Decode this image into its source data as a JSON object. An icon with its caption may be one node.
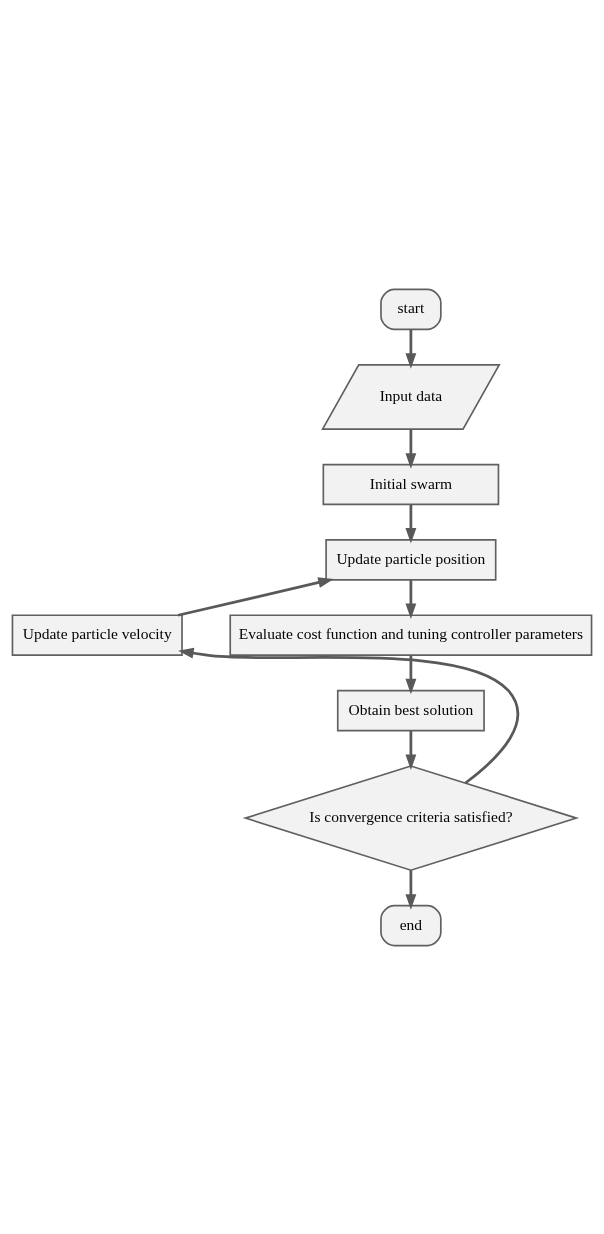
{
  "diagram": {
    "nodes": [
      {
        "text": [
          "start"
        ]
      },
      {
        "text": [
          "Input data"
        ]
      },
      {
        "text": [
          "Initial swarm"
        ]
      },
      {
        "text": [
          "Update particle position"
        ]
      },
      {
        "text": [
          "Evaluate cost function and tuning controller parameters"
        ]
      },
      {
        "text": [
          "Obtain best solution"
        ]
      },
      {
        "text": [
          "Is convergence criteria satisfied?"
        ]
      },
      {
        "text": [
          "end"
        ]
      },
      {
        "text": [
          "Update particle velocity"
        ]
      }
    ],
    "edges": [
      {
        "from": 0,
        "to": 1,
        "arrow": "to"
      },
      {
        "from": 1,
        "to": 2,
        "arrow": "to"
      },
      {
        "from": 2,
        "to": 3,
        "arrow": "to"
      },
      {
        "from": 3,
        "to": 4,
        "arrow": "to"
      },
      {
        "from": 4,
        "to": 5,
        "arrow": "to"
      },
      {
        "from": 5,
        "to": 6,
        "arrow": "to"
      },
      {
        "from": 6,
        "to": 7,
        "arrow": "to"
      },
      {
        "from": 6,
        "to": 8,
        "arrow": "to"
      },
      {
        "from": 8,
        "to": 3,
        "arrow": "to"
      }
    ]
  }
}
